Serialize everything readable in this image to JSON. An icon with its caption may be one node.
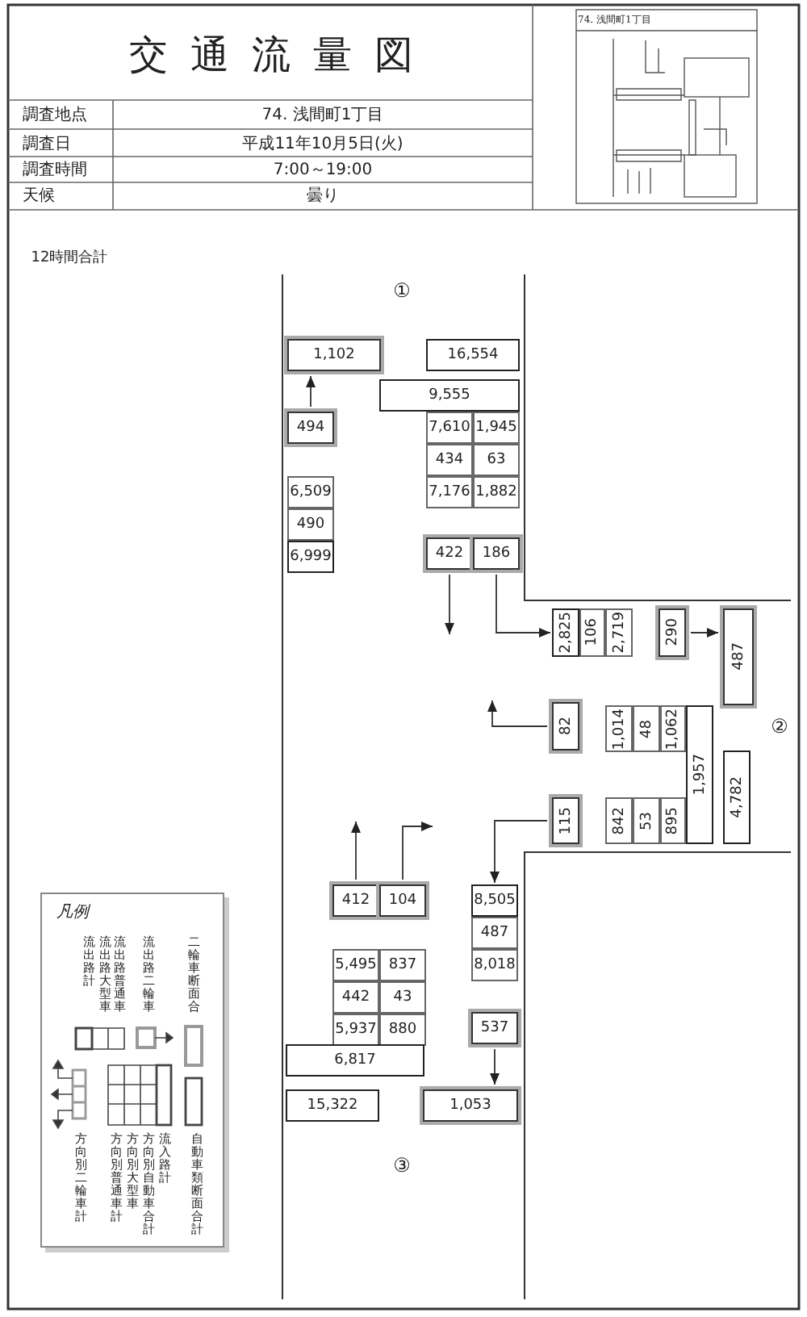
{
  "diagram": {
    "title": "交通流量図",
    "nodes": [
      {
        "text": [
          "1,102"
        ]
      },
      {
        "text": [
          "16,554"
        ]
      },
      {
        "text": [
          "9,555"
        ]
      },
      {
        "text": [
          "494"
        ]
      },
      {
        "text": [
          "7,610"
        ]
      },
      {
        "text": [
          "1,945"
        ]
      },
      {
        "text": [
          "434"
        ]
      },
      {
        "text": [
          "63"
        ]
      },
      {
        "text": [
          "6,509"
        ]
      },
      {
        "text": [
          "7,176"
        ]
      },
      {
        "text": [
          "1,882"
        ]
      },
      {
        "text": [
          "490"
        ]
      },
      {
        "text": [
          "6,999"
        ]
      },
      {
        "text": [
          "422"
        ]
      },
      {
        "text": [
          "186"
        ]
      },
      {
        "text": [
          "2,825"
        ]
      },
      {
        "text": [
          "106"
        ]
      },
      {
        "text": [
          "2,719"
        ]
      },
      {
        "text": [
          "290"
        ]
      },
      {
        "text": [
          "487"
        ]
      },
      {
        "text": [
          "82"
        ]
      },
      {
        "text": [
          "1,014"
        ]
      },
      {
        "text": [
          "48"
        ]
      },
      {
        "text": [
          "1,062"
        ]
      },
      {
        "text": [
          "1,957"
        ]
      },
      {
        "text": [
          "4,782"
        ]
      },
      {
        "text": [
          "115"
        ]
      },
      {
        "text": [
          "842"
        ]
      },
      {
        "text": [
          "53"
        ]
      },
      {
        "text": [
          "895"
        ]
      },
      {
        "text": [
          "412"
        ]
      },
      {
        "text": [
          "104"
        ]
      },
      {
        "text": [
          "8,505"
        ]
      },
      {
        "text": [
          "487"
        ]
      },
      {
        "text": [
          "5,495"
        ]
      },
      {
        "text": [
          "837"
        ]
      },
      {
        "text": [
          "8,018"
        ]
      },
      {
        "text": [
          "442"
        ]
      },
      {
        "text": [
          "43"
        ]
      },
      {
        "text": [
          "5,937"
        ]
      },
      {
        "text": [
          "880"
        ]
      },
      {
        "text": [
          "537"
        ]
      },
      {
        "text": [
          "6,817"
        ]
      },
      {
        "text": [
          "15,322"
        ]
      },
      {
        "text": [
          "1,053"
        ]
      }
    ],
    "edges": [
      {
        "from": 3,
        "to": 0,
        "arrow": "to"
      },
      {
        "from": 13,
        "to": null,
        "arrow": "to"
      },
      {
        "from": 14,
        "to": 15,
        "arrow": "to"
      },
      {
        "from": 18,
        "to": 19,
        "arrow": "to"
      },
      {
        "from": 20,
        "to": null,
        "arrow": "to"
      },
      {
        "from": 26,
        "to": 32,
        "arrow": "to"
      },
      {
        "from": 30,
        "to": null,
        "arrow": "to"
      },
      {
        "from": 31,
        "to": null,
        "arrow": "to"
      },
      {
        "from": 41,
        "to": 44,
        "arrow": "to"
      }
    ],
    "labels": [
      "調査地点",
      "74. 浅間町1丁目",
      "調査日",
      "平成11年10月5日(火)",
      "調査時間",
      "7:00～19:00",
      "天候",
      "曇り",
      "74. 浅間町1丁目",
      "12時間合計",
      "①",
      "②",
      "③",
      "凡例"
    ],
    "legend": [
      {
        "text": "二輪車断面合"
      },
      {
        "text": "流出路二輪車"
      },
      {
        "text": "流出路普通車"
      },
      {
        "text": "流出路大型車"
      },
      {
        "text": "流出路計"
      },
      {
        "text": "自動車類断面合計"
      },
      {
        "text": "流入路計"
      },
      {
        "text": "方向別自動車合計"
      },
      {
        "text": "方向別大型車"
      },
      {
        "text": "方向別普通車計"
      },
      {
        "text": "方向別二輪車計"
      }
    ]
  }
}
